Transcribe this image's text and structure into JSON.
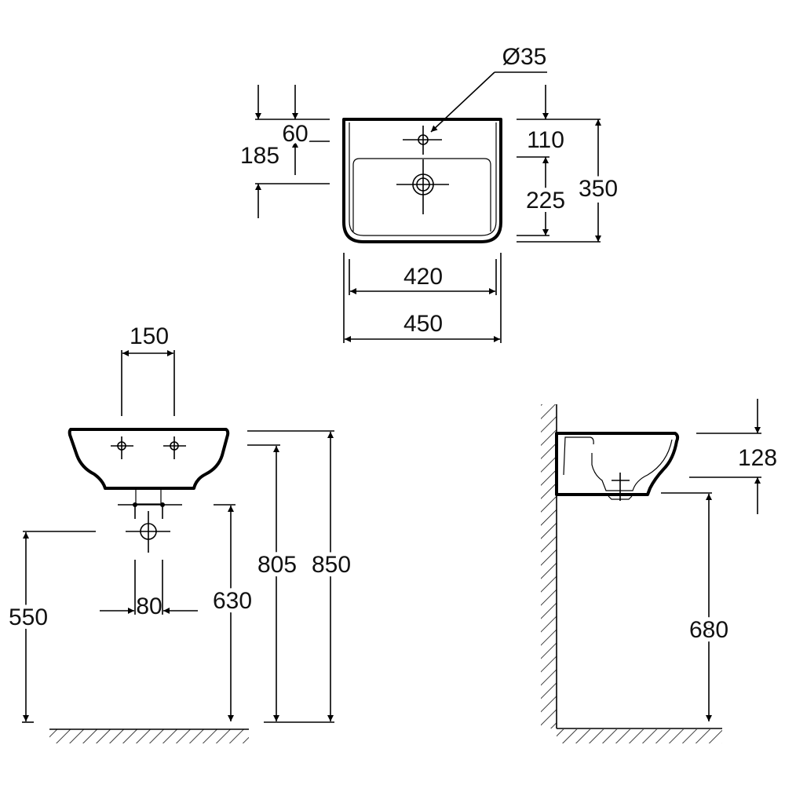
{
  "top_view": {
    "hole_diameter": "Ø35",
    "tap_offset": "60",
    "waste_offset": "185",
    "back_to_bowl": "110",
    "bowl_depth": "225",
    "total_depth": "350",
    "inner_width": "420",
    "total_width": "450"
  },
  "front_view": {
    "tap_spacing": "150",
    "trap_spacing": "80",
    "waste_height": "550",
    "trap_height": "630",
    "bowl_rim_height": "805",
    "total_height": "850"
  },
  "side_view": {
    "basin_height": "128",
    "underside_height": "680"
  },
  "colors": {
    "line": "#000000",
    "background": "#ffffff"
  }
}
